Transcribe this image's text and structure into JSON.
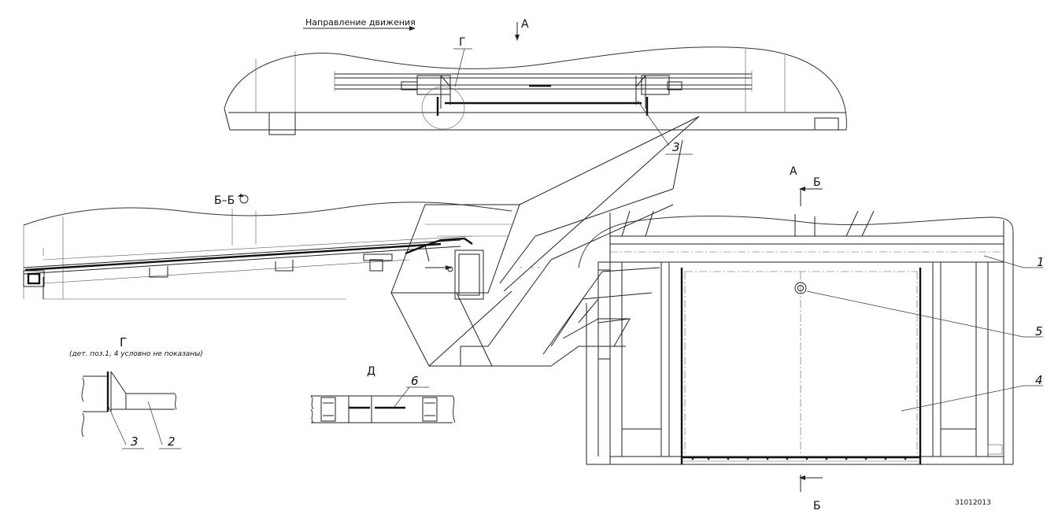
{
  "labels": {
    "direction": "Направление движения",
    "view_a_top": "А",
    "detail_g_top": "Г",
    "section_bb": "Б–Б",
    "view_a_right": "А",
    "cut_b_top": "Б",
    "cut_b_bottom": "Б",
    "detail_g_title": "Г",
    "detail_g_note": "(дет. поз.1, 4 условно не показаны)",
    "detail_d_title": "Д",
    "drawing_number": "31012013"
  },
  "callouts": {
    "c1": "1",
    "c2": "2",
    "c3_top": "3",
    "c3_detail": "3",
    "c4": "4",
    "c5": "5",
    "c6": "6"
  }
}
